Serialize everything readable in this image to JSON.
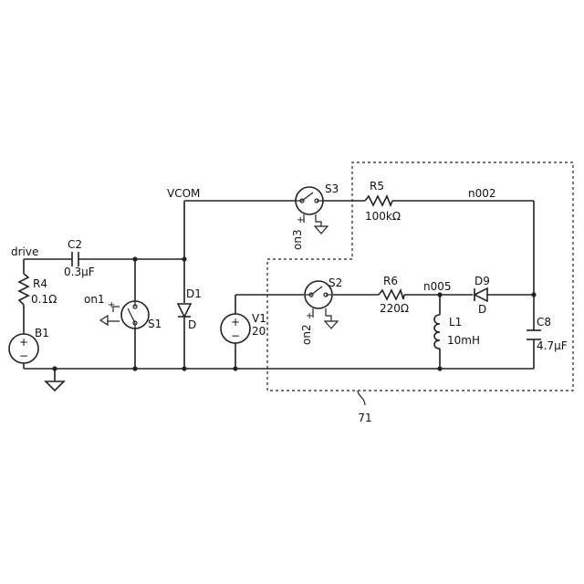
{
  "nets": {
    "drive": "drive",
    "vcom": "VCOM",
    "n002": "n002",
    "n005": "n005"
  },
  "components": {
    "B1": {
      "ref": "B1"
    },
    "R4": {
      "ref": "R4",
      "value": "0.1Ω"
    },
    "C2": {
      "ref": "C2",
      "value": "0.3μF"
    },
    "S1": {
      "ref": "S1",
      "ctrl": "on1"
    },
    "D1": {
      "ref": "D1",
      "model": "D"
    },
    "V1": {
      "ref": "V1",
      "value": "20"
    },
    "S2": {
      "ref": "S2",
      "ctrl": "on2"
    },
    "R6": {
      "ref": "R6",
      "value": "220Ω"
    },
    "L1": {
      "ref": "L1",
      "value": "10mH"
    },
    "D9": {
      "ref": "D9",
      "model": "D"
    },
    "C8": {
      "ref": "C8",
      "value": "4.7μF"
    },
    "S3": {
      "ref": "S3",
      "ctrl": "on3"
    },
    "R5": {
      "ref": "R5",
      "value": "100kΩ"
    }
  },
  "callout": {
    "label": "71"
  },
  "signs": {
    "plus": "+",
    "minus": "−"
  }
}
